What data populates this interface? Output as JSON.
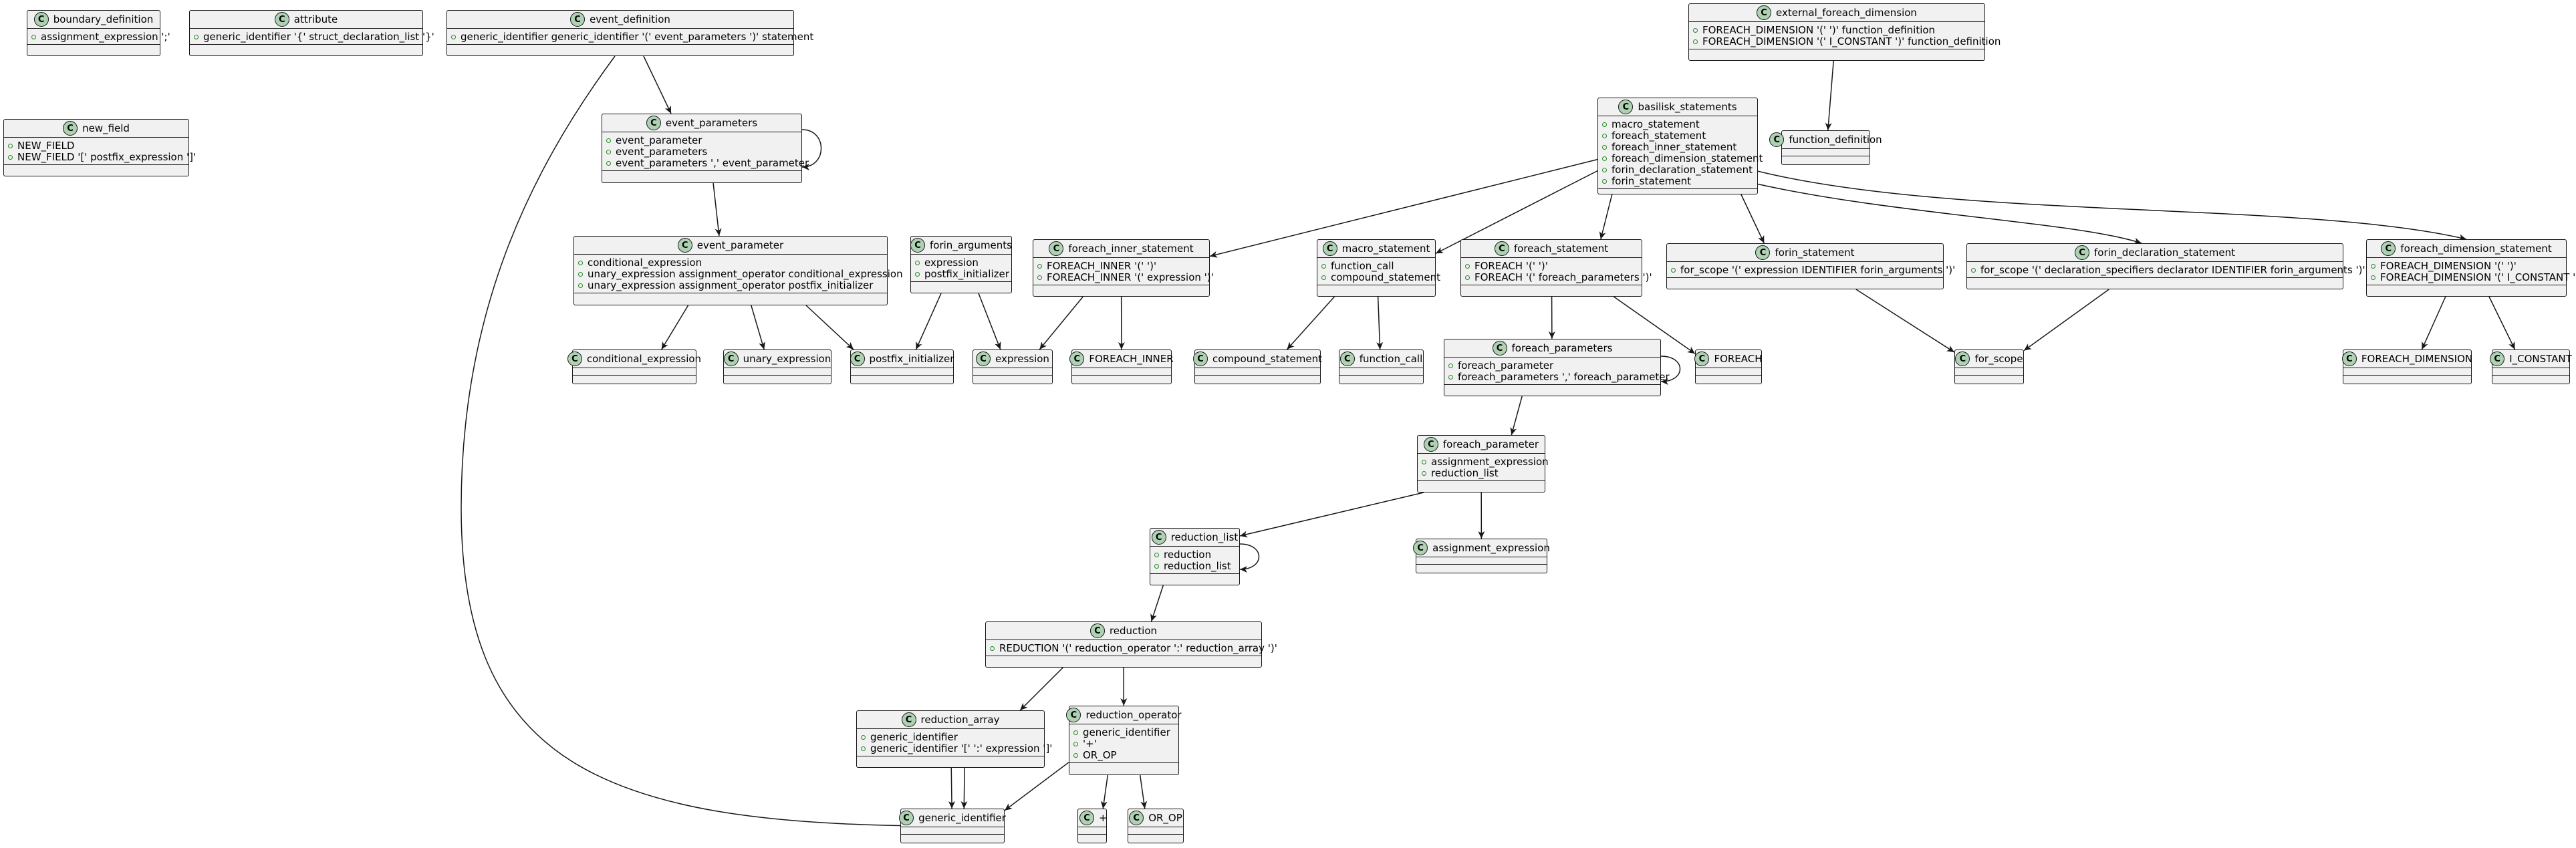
{
  "diagram": {
    "classes": [
      {
        "id": "boundary_definition",
        "name": "boundary_definition",
        "fields": [
          "assignment_expression ';'"
        ]
      },
      {
        "id": "attribute",
        "name": "attribute",
        "fields": [
          "generic_identifier '{' struct_declaration_list '}'"
        ]
      },
      {
        "id": "event_definition",
        "name": "event_definition",
        "fields": [
          "generic_identifier generic_identifier '(' event_parameters ')' statement"
        ]
      },
      {
        "id": "new_field",
        "name": "new_field",
        "fields": [
          "NEW_FIELD",
          "NEW_FIELD '[' postfix_expression ']'"
        ]
      },
      {
        "id": "event_parameters",
        "name": "event_parameters",
        "fields": [
          "event_parameter",
          "event_parameters",
          "event_parameters ',' event_parameter"
        ]
      },
      {
        "id": "event_parameter",
        "name": "event_parameter",
        "fields": [
          "conditional_expression",
          "unary_expression assignment_operator conditional_expression",
          "unary_expression assignment_operator postfix_initializer"
        ]
      },
      {
        "id": "forin_arguments",
        "name": "forin_arguments",
        "fields": [
          "expression",
          "postfix_initializer"
        ]
      },
      {
        "id": "external_foreach_dimension",
        "name": "external_foreach_dimension",
        "fields": [
          "FOREACH_DIMENSION '(' ')' function_definition",
          "FOREACH_DIMENSION '(' I_CONSTANT ')' function_definition"
        ]
      },
      {
        "id": "function_definition",
        "name": "function_definition",
        "fields": []
      },
      {
        "id": "basilisk_statements",
        "name": "basilisk_statements",
        "fields": [
          "macro_statement",
          "foreach_statement",
          "foreach_inner_statement",
          "foreach_dimension_statement",
          "forin_declaration_statement",
          "forin_statement"
        ]
      },
      {
        "id": "foreach_inner_statement",
        "name": "foreach_inner_statement",
        "fields": [
          "FOREACH_INNER '(' ')'",
          "FOREACH_INNER '(' expression ')'"
        ]
      },
      {
        "id": "macro_statement",
        "name": "macro_statement",
        "fields": [
          "function_call",
          "compound_statement"
        ]
      },
      {
        "id": "foreach_statement",
        "name": "foreach_statement",
        "fields": [
          "FOREACH '(' ')'",
          "FOREACH '(' foreach_parameters ')'"
        ]
      },
      {
        "id": "forin_statement",
        "name": "forin_statement",
        "fields": [
          "for_scope '(' expression IDENTIFIER forin_arguments ')'"
        ]
      },
      {
        "id": "forin_declaration_statement",
        "name": "forin_declaration_statement",
        "fields": [
          "for_scope '(' declaration_specifiers declarator IDENTIFIER forin_arguments ')'"
        ]
      },
      {
        "id": "foreach_dimension_statement",
        "name": "foreach_dimension_statement",
        "fields": [
          "FOREACH_DIMENSION '(' ')'",
          "FOREACH_DIMENSION '(' I_CONSTANT ')'"
        ]
      },
      {
        "id": "conditional_expression",
        "name": "conditional_expression",
        "fields": []
      },
      {
        "id": "unary_expression",
        "name": "unary_expression",
        "fields": []
      },
      {
        "id": "postfix_initializer",
        "name": "postfix_initializer",
        "fields": []
      },
      {
        "id": "expression",
        "name": "expression",
        "fields": []
      },
      {
        "id": "FOREACH_INNER",
        "name": "FOREACH_INNER",
        "fields": []
      },
      {
        "id": "compound_statement",
        "name": "compound_statement",
        "fields": []
      },
      {
        "id": "function_call",
        "name": "function_call",
        "fields": []
      },
      {
        "id": "foreach_parameters",
        "name": "foreach_parameters",
        "fields": [
          "foreach_parameter",
          "foreach_parameters ',' foreach_parameter"
        ]
      },
      {
        "id": "FOREACH",
        "name": "FOREACH",
        "fields": []
      },
      {
        "id": "for_scope",
        "name": "for_scope",
        "fields": []
      },
      {
        "id": "FOREACH_DIMENSION",
        "name": "FOREACH_DIMENSION",
        "fields": []
      },
      {
        "id": "I_CONSTANT",
        "name": "I_CONSTANT",
        "fields": []
      },
      {
        "id": "foreach_parameter",
        "name": "foreach_parameter",
        "fields": [
          "assignment_expression",
          "reduction_list"
        ]
      },
      {
        "id": "reduction_list",
        "name": "reduction_list",
        "fields": [
          "reduction",
          "reduction_list"
        ]
      },
      {
        "id": "assignment_expression",
        "name": "assignment_expression",
        "fields": []
      },
      {
        "id": "reduction",
        "name": "reduction",
        "fields": [
          "REDUCTION '(' reduction_operator ':' reduction_array ')'"
        ]
      },
      {
        "id": "reduction_array",
        "name": "reduction_array",
        "fields": [
          "generic_identifier",
          "generic_identifier '[' ':' expression ']'"
        ]
      },
      {
        "id": "reduction_operator",
        "name": "reduction_operator",
        "fields": [
          "generic_identifier",
          "'+'",
          "OR_OP"
        ]
      },
      {
        "id": "generic_identifier",
        "name": "generic_identifier",
        "fields": []
      },
      {
        "id": "plus",
        "name": "+",
        "fields": []
      },
      {
        "id": "OR_OP",
        "name": "OR_OP",
        "fields": []
      }
    ],
    "edges": [
      {
        "from": "event_definition",
        "to": "event_parameters"
      },
      {
        "from": "event_definition",
        "to": "generic_identifier"
      },
      {
        "from": "event_parameters",
        "to": "event_parameters",
        "self": true
      },
      {
        "from": "event_parameters",
        "to": "event_parameter"
      },
      {
        "from": "event_parameter",
        "to": "conditional_expression"
      },
      {
        "from": "event_parameter",
        "to": "unary_expression"
      },
      {
        "from": "event_parameter",
        "to": "postfix_initializer"
      },
      {
        "from": "forin_arguments",
        "to": "postfix_initializer"
      },
      {
        "from": "forin_arguments",
        "to": "expression"
      },
      {
        "from": "external_foreach_dimension",
        "to": "function_definition"
      },
      {
        "from": "basilisk_statements",
        "to": "foreach_inner_statement"
      },
      {
        "from": "basilisk_statements",
        "to": "macro_statement"
      },
      {
        "from": "basilisk_statements",
        "to": "foreach_statement"
      },
      {
        "from": "basilisk_statements",
        "to": "forin_statement"
      },
      {
        "from": "basilisk_statements",
        "to": "forin_declaration_statement"
      },
      {
        "from": "basilisk_statements",
        "to": "foreach_dimension_statement"
      },
      {
        "from": "foreach_inner_statement",
        "to": "expression"
      },
      {
        "from": "foreach_inner_statement",
        "to": "FOREACH_INNER"
      },
      {
        "from": "macro_statement",
        "to": "compound_statement"
      },
      {
        "from": "macro_statement",
        "to": "function_call"
      },
      {
        "from": "foreach_statement",
        "to": "foreach_parameters"
      },
      {
        "from": "foreach_statement",
        "to": "FOREACH"
      },
      {
        "from": "forin_statement",
        "to": "for_scope"
      },
      {
        "from": "forin_declaration_statement",
        "to": "for_scope"
      },
      {
        "from": "foreach_dimension_statement",
        "to": "FOREACH_DIMENSION"
      },
      {
        "from": "foreach_dimension_statement",
        "to": "I_CONSTANT"
      },
      {
        "from": "foreach_parameters",
        "to": "foreach_parameters",
        "self": true
      },
      {
        "from": "foreach_parameters",
        "to": "foreach_parameter"
      },
      {
        "from": "foreach_parameter",
        "to": "reduction_list"
      },
      {
        "from": "foreach_parameter",
        "to": "assignment_expression"
      },
      {
        "from": "reduction_list",
        "to": "reduction_list",
        "self": true
      },
      {
        "from": "reduction_list",
        "to": "reduction"
      },
      {
        "from": "reduction",
        "to": "reduction_array"
      },
      {
        "from": "reduction",
        "to": "reduction_operator"
      },
      {
        "from": "reduction_array",
        "to": "generic_identifier"
      },
      {
        "from": "reduction_array",
        "to": "generic_identifier",
        "offset": 1
      },
      {
        "from": "reduction_operator",
        "to": "generic_identifier"
      },
      {
        "from": "reduction_operator",
        "to": "plus"
      },
      {
        "from": "reduction_operator",
        "to": "OR_OP"
      }
    ],
    "badge_letter": "C",
    "colors": {
      "badge": "#add1b2",
      "box_fill": "#f1f1f1",
      "border": "#181818",
      "edge": "#181818",
      "field_marker": "#228b22"
    }
  }
}
